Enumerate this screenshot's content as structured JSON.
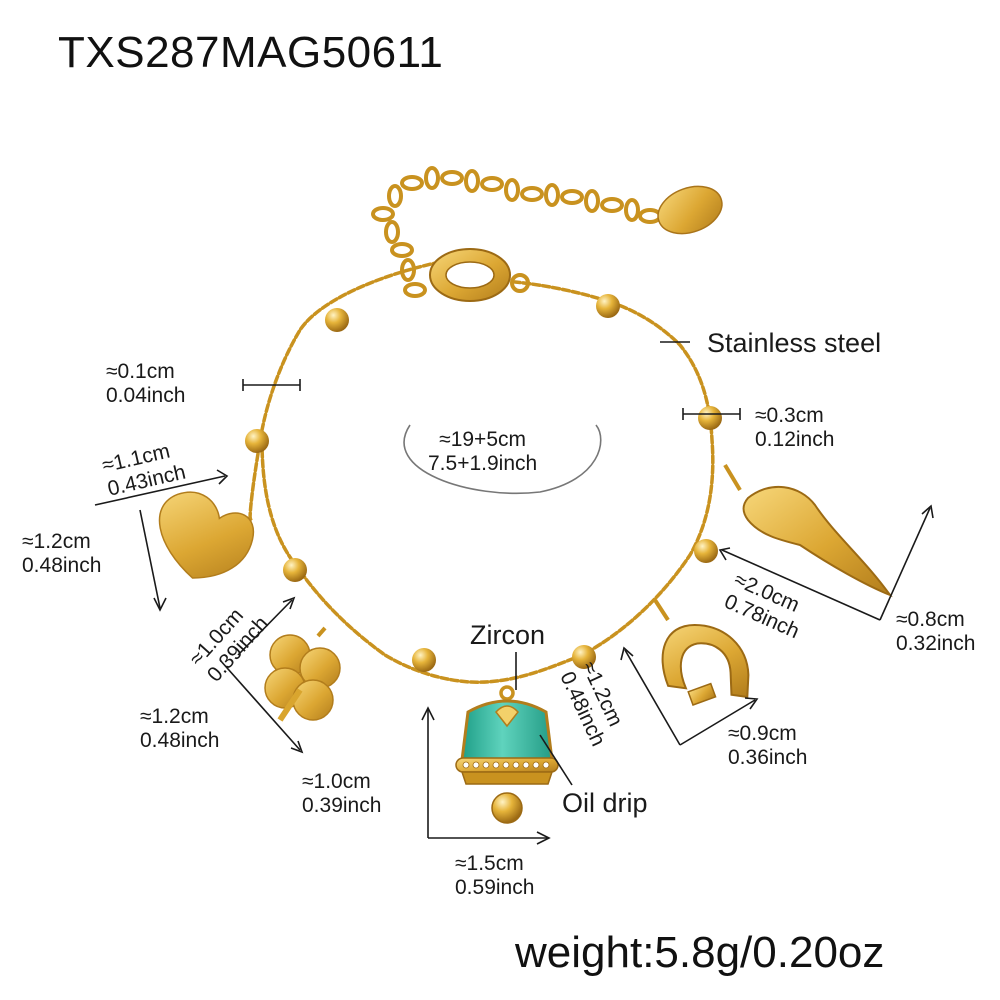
{
  "product": {
    "sku": "TXS287MAG50611",
    "weight": "weight:5.8g/0.20oz",
    "material_label": "Stainless steel",
    "zircon_label": "Zircon",
    "oil_drip_label": "Oil drip"
  },
  "dimensions": {
    "length": {
      "cm": "≈19+5cm",
      "inch": "7.5+1.9inch"
    },
    "chain": {
      "cm": "≈0.1cm",
      "inch": "0.04inch"
    },
    "bead": {
      "cm": "≈0.3cm",
      "inch": "0.12inch"
    },
    "heart_width": {
      "cm": "≈1.1cm",
      "inch": "0.43inch"
    },
    "heart_height": {
      "cm": "≈1.2cm",
      "inch": "0.48inch"
    },
    "clover_width": {
      "cm": "≈1.0cm",
      "inch": "0.39inch"
    },
    "clover_height": {
      "cm": "≈1.2cm",
      "inch": "0.48inch"
    },
    "bell_width": {
      "cm": "≈1.0cm",
      "inch": "0.39inch"
    },
    "bell_height": {
      "cm": "≈1.5cm",
      "inch": "0.59inch"
    },
    "horseshoe_height": {
      "cm": "≈1.2cm",
      "inch": "0.48inch"
    },
    "horseshoe_width": {
      "cm": "≈0.9cm",
      "inch": "0.36inch"
    },
    "horn_length": {
      "cm": "≈2.0cm",
      "inch": "0.78inch"
    },
    "horn_width": {
      "cm": "≈0.8cm",
      "inch": "0.32inch"
    }
  },
  "colors": {
    "gold": "#d9a52e",
    "gold_dark": "#a9741a",
    "gold_light": "#f6d57a",
    "enamel": "#3fbfa6",
    "text": "#1a1a1a"
  }
}
